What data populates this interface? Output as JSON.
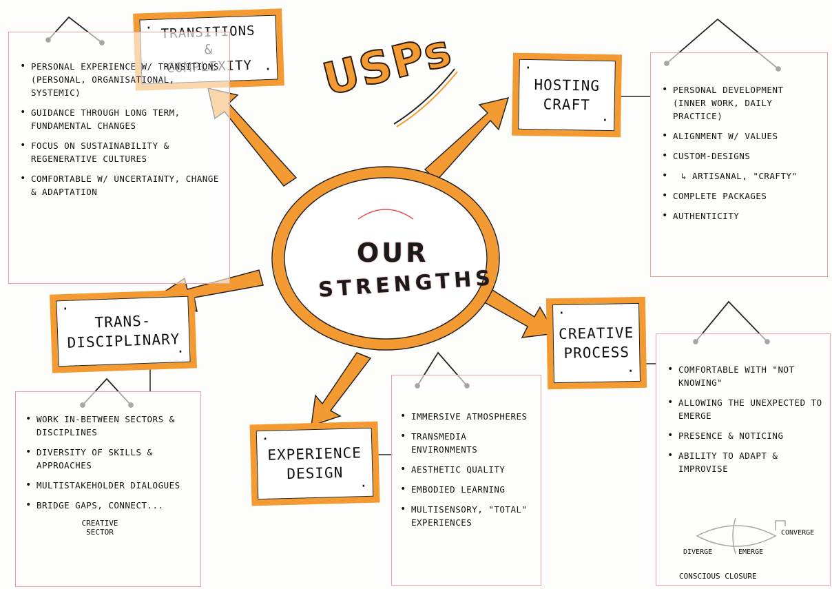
{
  "title": "USPs",
  "center": {
    "line1": "OUR",
    "line2": "STRENGTHS"
  },
  "nodes": {
    "transitions": {
      "lines": [
        "TRANSITIONS",
        "&",
        "COMPLEXITY"
      ]
    },
    "hosting": {
      "lines": [
        "HOSTING",
        "CRAFT"
      ]
    },
    "creative": {
      "lines": [
        "CREATIVE",
        "PROCESS"
      ]
    },
    "experience": {
      "lines": [
        "EXPERIENCE",
        "DESIGN"
      ]
    },
    "trans": {
      "lines": [
        "TRANS-",
        "DISCIPLINARY"
      ]
    }
  },
  "panels": {
    "transitions": [
      "Personal experience w/ transitions (personal, organisational, systemic)",
      "Guidance through long term, fundamental changes",
      "Focus on sustainability & regenerative cultures",
      "Comfortable w/ uncertainty, change & adaptation"
    ],
    "hosting": [
      "Personal development (inner work, daily practice)",
      "Alignment w/ values",
      "Custom-designs",
      "↳ artisanal, \"crafty\"",
      "Complete packages",
      "Authenticity"
    ],
    "creative": [
      "Comfortable with \"not knowing\"",
      "Allowing the unexpected to emerge",
      "Presence & noticing",
      "Ability to adapt & improvise"
    ],
    "creative_diagram": {
      "diverge": "DIVERGE",
      "emerge": "EMERGE",
      "converge": "CONVERGE",
      "closure": "CONSCIOUS CLOSURE"
    },
    "experience": [
      "Immersive atmospheres",
      "Transmedia environments",
      "Aesthetic quality",
      "Embodied learning",
      "Multisensory, \"total\" experiences"
    ],
    "trans": [
      "Work in-between sectors & disciplines",
      "Diversity of skills & approaches",
      "Multistakeholder dialogues",
      "Bridge gaps, connect..."
    ],
    "trans_extra": "CREATIVE SECTOR"
  },
  "colors": {
    "orange": "#f39a32",
    "panel_border": "#e9a0a0",
    "ink": "#111111"
  }
}
